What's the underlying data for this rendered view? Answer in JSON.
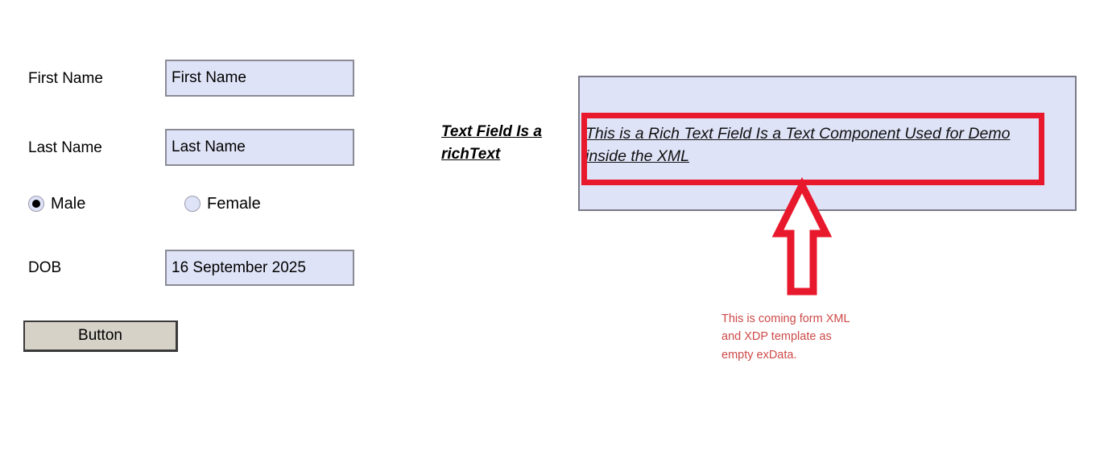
{
  "form": {
    "fields": [
      {
        "label": "First Name",
        "value": "First Name",
        "name": "first-name"
      },
      {
        "label": "Last Name",
        "value": "Last Name",
        "name": "last-name"
      },
      {
        "label": "DOB",
        "value": "16 September 2025",
        "name": "dob"
      }
    ],
    "gender": {
      "options": [
        {
          "label": "Male",
          "selected": true
        },
        {
          "label": "Female",
          "selected": false
        }
      ]
    },
    "button": {
      "label": "Button"
    }
  },
  "rich_text_section": {
    "label_line1": "Text Field Is a",
    "label_line2": "richText",
    "content_line1": "This is a Rich Text Field Is a Text Component Used for Demo",
    "content_line2": "inside the XML"
  },
  "annotation": {
    "line1": "This is coming form XML",
    "line2": "and XDP template as",
    "line3": "empty exData.",
    "color": "#cc4a48",
    "arrow": "up-arrow-outline"
  },
  "colors": {
    "field_fill": "#dfe3f7",
    "field_border": "#8b8b96",
    "button_fill": "#d6d2c8",
    "highlight_red": "#e8192c",
    "annotation_red": "#cc4a48"
  }
}
